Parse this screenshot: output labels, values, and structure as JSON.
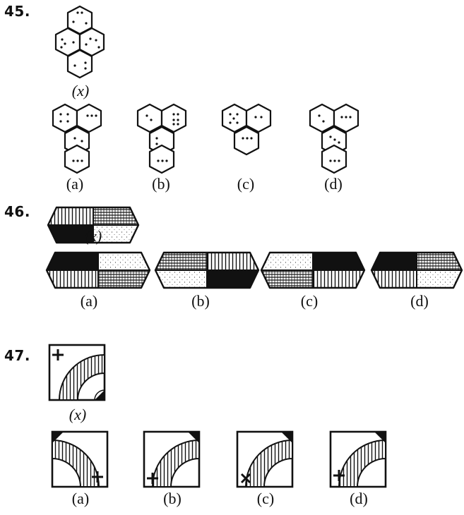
{
  "questions": [
    {
      "number": "45.",
      "question_label": "(x)",
      "options": [
        "(a)",
        "(b)",
        "(c)",
        "(d)"
      ]
    },
    {
      "number": "46.",
      "question_label": "(x)",
      "options": [
        "(a)",
        "(b)",
        "(c)",
        "(d)"
      ]
    },
    {
      "number": "47.",
      "question_label": "(x)",
      "options": [
        "(a)",
        "(b)",
        "(c)",
        "(d)"
      ]
    }
  ],
  "colors": {
    "ink": "#111111",
    "paper": "#ffffff"
  },
  "icons": [
    "plus-icon",
    "cross-icon",
    "die-figure",
    "hexagon-figure",
    "quarter-arc-figure"
  ]
}
